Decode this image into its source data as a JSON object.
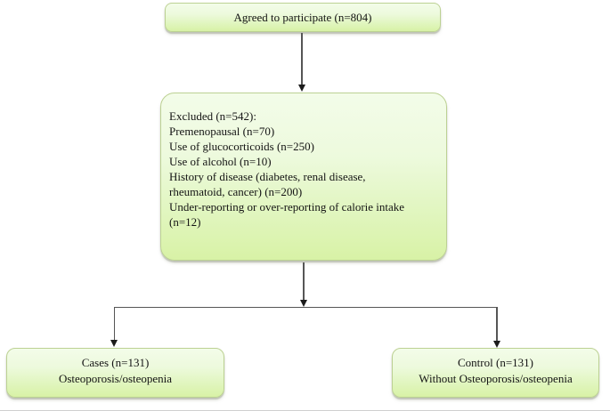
{
  "figure": {
    "kind": "participant-flow-diagram"
  },
  "boxes": {
    "agreed": {
      "text": "Agreed to participate (n=804)"
    },
    "excluded": {
      "lines": [
        "Excluded (n=542):",
        "Premenopausal (n=70)",
        "Use of glucocorticoids (n=250)",
        "Use of alcohol (n=10)",
        "History of disease (diabetes, renal disease,",
        "rheumatoid, cancer) (n=200)",
        "Under-reporting or over-reporting of calorie intake",
        "(n=12)"
      ]
    },
    "cases": {
      "lines": [
        "Cases (n=131)",
        "Osteoporosis/osteopenia"
      ]
    },
    "control": {
      "lines": [
        "Control (n=131)",
        "Without Osteoporosis/osteopenia"
      ]
    }
  },
  "colors": {
    "background": "#ffffff",
    "box_fill_top": "#f3fce9",
    "box_fill_bottom": "#d8f2a6",
    "box_border": "#bcd193",
    "box_shadow": "#a9ae9e",
    "connector_line": "#565656",
    "arrowhead": "#1c1c1c",
    "text": "#141414",
    "bottom_rule": "#cfcfcf"
  }
}
